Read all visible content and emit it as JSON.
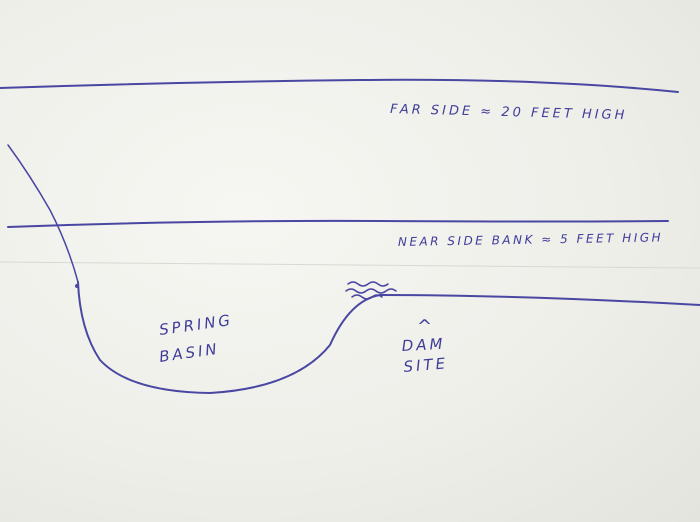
{
  "labels": {
    "far_side": "FAR SIDE ≈ 20 FEET HIGH",
    "near_side": "NEAR SIDE BANK ≈ 5 FEET HIGH",
    "basin_line1": "SPRING",
    "basin_line2": "BASIN",
    "dam_arrow": "^",
    "dam_line1": "DAM",
    "dam_line2": "SITE"
  },
  "colors": {
    "ink": "#4a47a3",
    "paper": "#efefea"
  }
}
